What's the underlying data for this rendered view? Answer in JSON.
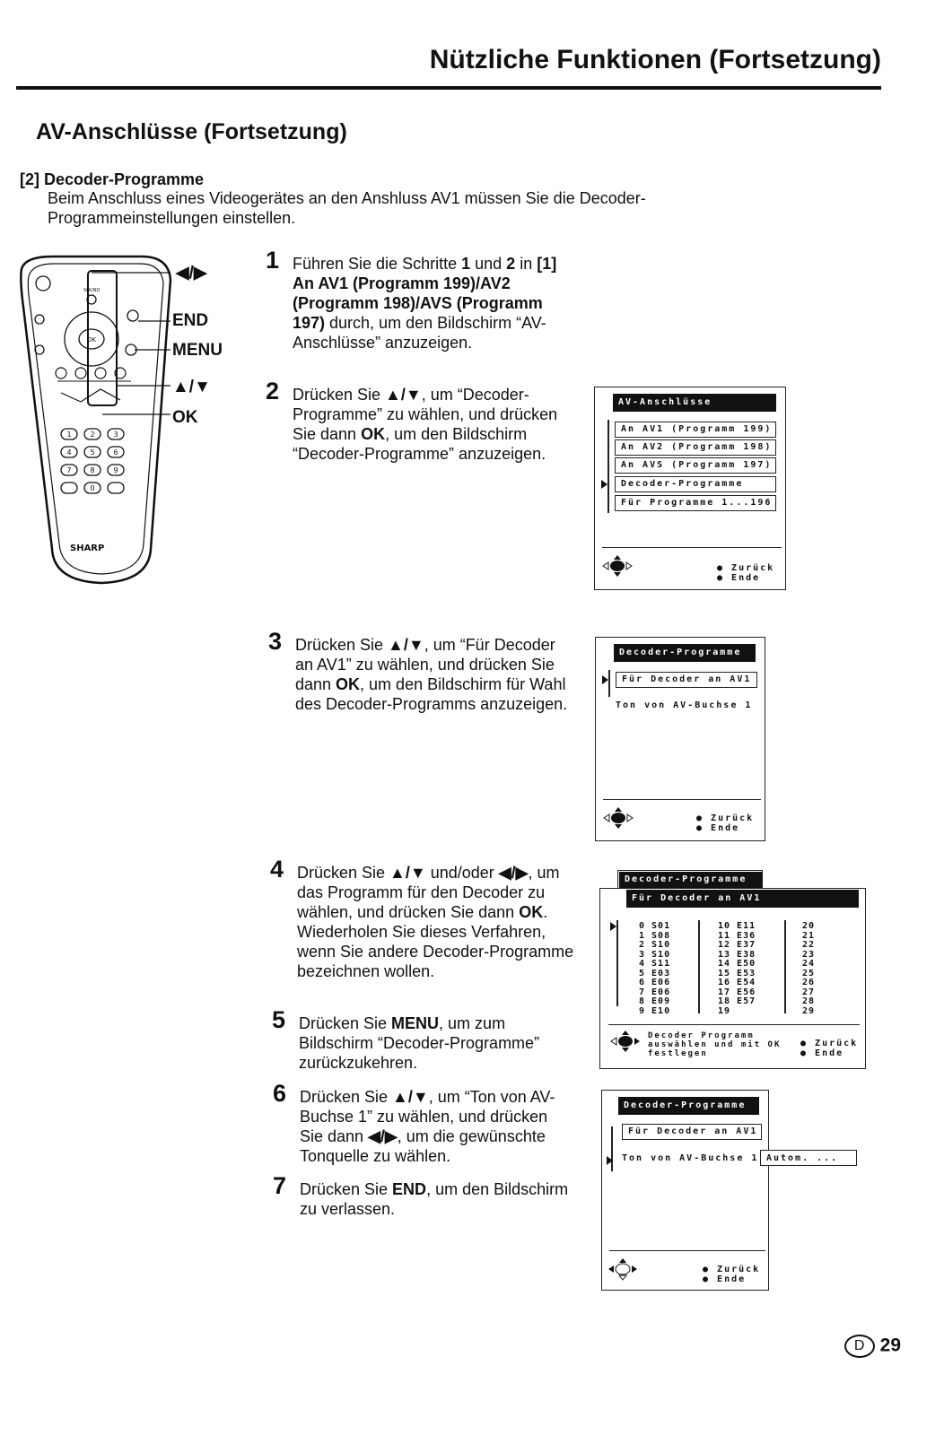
{
  "page": {
    "title": "Nützliche Funktionen (Fortsetzung)",
    "section": "AV-Anschlüsse (Fortsetzung)",
    "subsection": "[2] Decoder-Programme",
    "intro": "Beim Anschluss eines Videogerätes an den Anshluss AV1 müssen Sie die Decoder-Programmeinstellungen einstellen.",
    "page_letter": "D",
    "page_number": "29"
  },
  "remote": {
    "brand": "SHARP",
    "labels": {
      "arrows_lr": "◀/▶",
      "end": "END",
      "menu": "MENU",
      "arrows_ud": "▲/▼",
      "ok": "OK"
    },
    "small": {
      "sound": "SOUND",
      "ok": "OK"
    }
  },
  "steps": {
    "s1": {
      "num": "1",
      "a": "Führen Sie die Schritte ",
      "b1": "1",
      "c": " und ",
      "b2": "2",
      "d": " in ",
      "bold": "[1] An AV1 (Programm 199)/AV2 (Programm 198)/AVS (Programm 197)",
      "e": " durch, um den Bildschirm “AV-Anschlüsse” anzuzeigen."
    },
    "s2": {
      "num": "2",
      "a": "Drücken Sie ",
      "key": "▲/▼",
      "b": ", um “Decoder-Programme” zu wählen, und drücken Sie dann ",
      "ok": "OK",
      "c": ", um den Bildschirm “Decoder-Programme” anzuzeigen."
    },
    "s3": {
      "num": "3",
      "a": "Drücken Sie ",
      "key": "▲/▼",
      "b": ", um “Für Decoder an AV1” zu wählen, und drücken Sie dann ",
      "ok": "OK",
      "c": ", um den Bildschirm für Wahl des Decoder-Programms anzuzeigen."
    },
    "s4": {
      "num": "4",
      "a": "Drücken Sie ",
      "key": "▲/▼",
      "b": " und/oder ",
      "key2": "◀/▶",
      "c": ", um das Programm für den Decoder zu wählen, und drücken Sie dann ",
      "ok": "OK",
      "d": ". Wiederholen Sie dieses Verfahren, wenn Sie andere Decoder-Programme bezeichnen wollen."
    },
    "s5": {
      "num": "5",
      "a": "Drücken Sie ",
      "key": "MENU",
      "b": ", um zum Bildschirm “Decoder-Programme” zurückzukehren."
    },
    "s6": {
      "num": "6",
      "a": "Drücken Sie ",
      "key": "▲/▼",
      "b": ", um “Ton von AV-Buchse 1” zu wählen, und drücken Sie dann ",
      "key2": "◀/▶",
      "c": ", um die gewünschte Tonquelle zu wählen."
    },
    "s7": {
      "num": "7",
      "a": "Drücken Sie ",
      "key": "END",
      "b": ", um den Bildschirm zu verlassen."
    }
  },
  "screens": {
    "scr1": {
      "header": "AV-Anschlüsse",
      "items": [
        "An AV1 (Programm 199)",
        "An AV2 (Programm 198)",
        "An AVS (Programm 197)",
        "Decoder-Programme",
        "Für Programme 1...196"
      ],
      "back": "Zurück",
      "end": "Ende"
    },
    "scr2": {
      "header": "Decoder-Programme",
      "item1": "Für Decoder an AV1",
      "item2": "Ton von AV-Buchse 1",
      "back": "Zurück",
      "end": "Ende"
    },
    "scr3": {
      "header_back": "Decoder-Programme",
      "header": "Für Decoder an AV1",
      "col1": "0 S01\n1 S08\n2 S10\n3 S10\n4 S11\n5 E03\n6 E06\n7 E06\n8 E09\n9 E10",
      "col2": "10 E11\n11 E36\n12 E37\n13 E38\n14 E50\n15 E53\n16 E54\n17 E56\n18 E57\n19",
      "col3": "20\n21\n22\n23\n24\n25\n26\n27\n28\n29",
      "hint": "Decoder Programm auswählen und mit OK festlegen",
      "back": "Zurück",
      "end": "Ende"
    },
    "scr4": {
      "header": "Decoder-Programme",
      "item1": "Für Decoder an AV1",
      "item2": "Ton von AV-Buchse 1",
      "value": "Autom. ...",
      "back": "Zurück",
      "end": "Ende"
    }
  }
}
